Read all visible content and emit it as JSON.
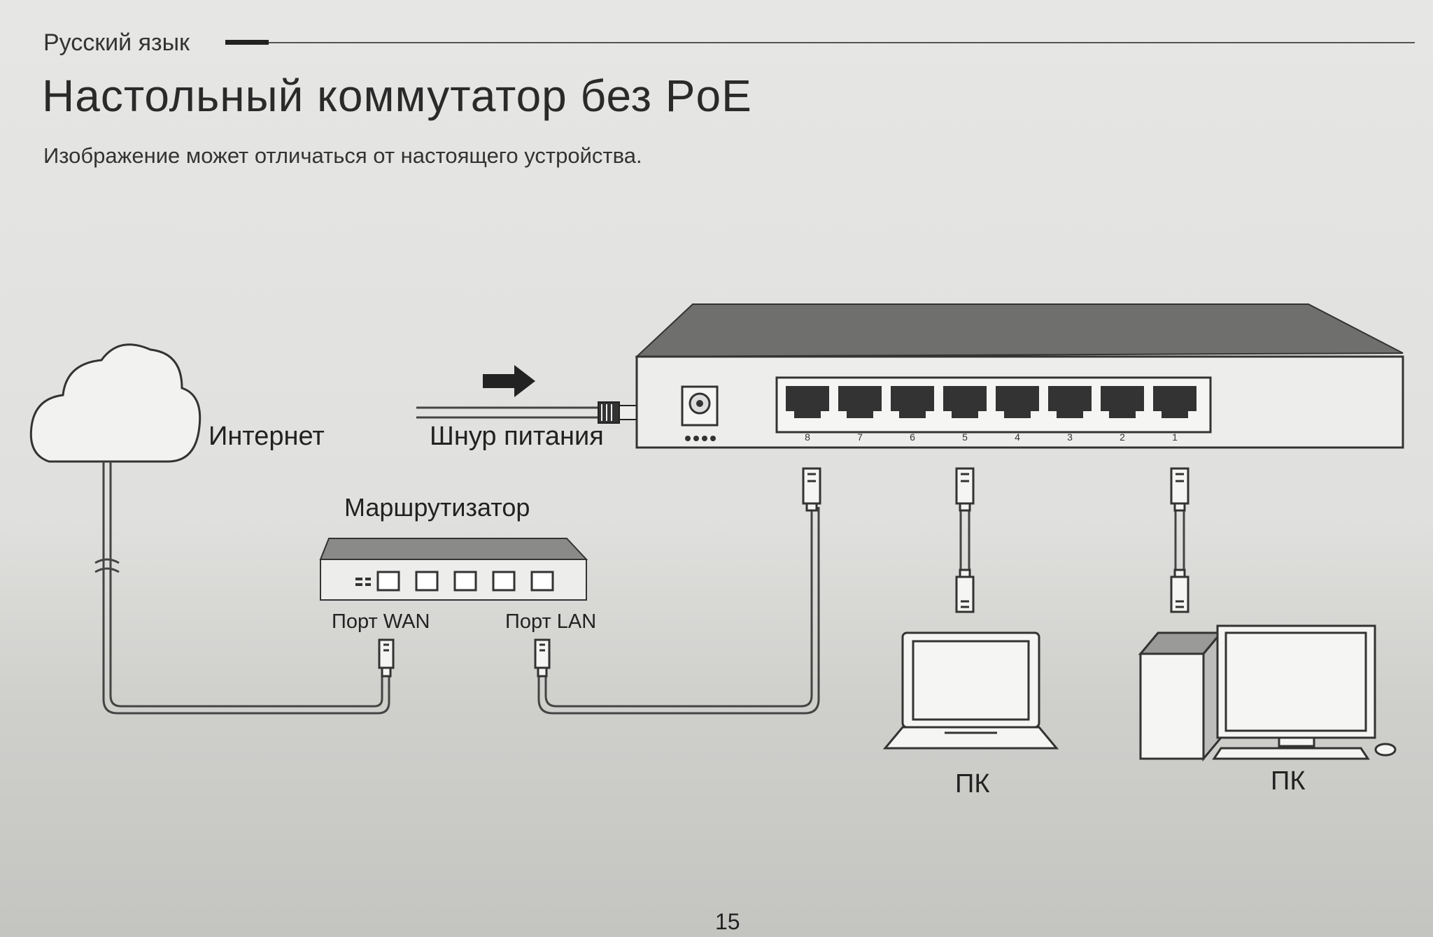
{
  "header": {
    "language": "Русский язык",
    "title": "Настольный коммутатор без PoE",
    "subtitle": "Изображение может отличаться от настоящего устройства."
  },
  "diagram": {
    "internet_label": "Интернет",
    "power_cord_label": "Шнур питания",
    "router_label": "Маршрутизатор",
    "wan_port_label": "Порт WAN",
    "lan_port_label": "Порт LAN",
    "pc1_label": "ПК",
    "pc2_label": "ПК",
    "switch_port_numbers": [
      "8",
      "7",
      "6",
      "5",
      "4",
      "3",
      "2",
      "1"
    ]
  },
  "footer": {
    "page_number": "15"
  }
}
